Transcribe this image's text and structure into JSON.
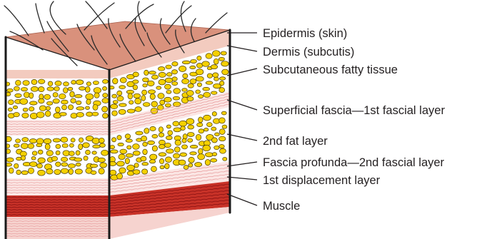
{
  "labels": [
    "Epidermis (skin)",
    "Dermis (subcutis)",
    "Subcutaneous fatty tissue",
    "Superficial fascia—1st fascial layer",
    "2nd fat layer",
    "Fascia profunda—2nd fascial layer",
    "1st displacement layer",
    "Muscle"
  ],
  "colors": {
    "skin_top": "#d9917c",
    "epidermis": "#d9917c",
    "dermis": "#f3cbbf",
    "fat_cell": "#f4d000",
    "fascia": "#fbe6e4",
    "fascia_line": "#e9a0a0",
    "muscle": "#c83228",
    "muscle_line": "#8e1414",
    "outline": "#1a1a1a"
  }
}
